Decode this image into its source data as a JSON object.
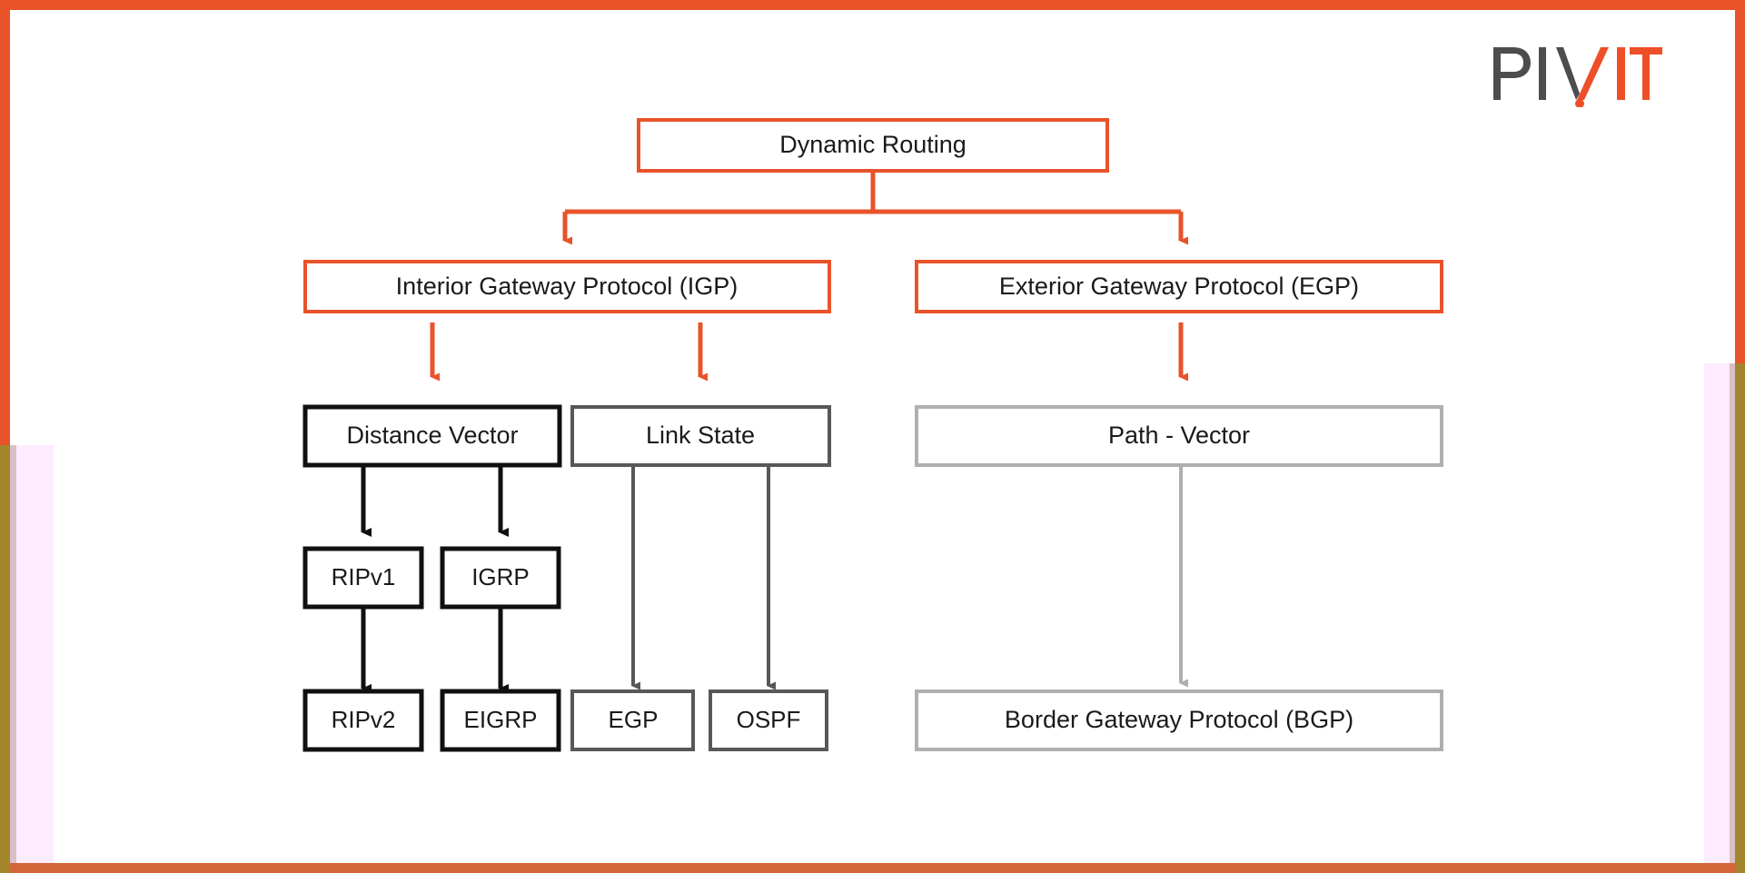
{
  "page": {
    "title": "Dynamic Routing Protocols",
    "background": "#FFFFFF",
    "frame_color": "#E8532A",
    "frame_accent_color": "#A3862C"
  },
  "brand": {
    "name": "PIVIT",
    "logo_part_dark": "PIV",
    "logo_part_accent": "IT",
    "dark_color": "#4D4D4F",
    "accent_color": "#EE4F28"
  },
  "colors": {
    "orange": "#E8532A",
    "black": "#101010",
    "gray": "#58585A",
    "light_gray": "#AFAFAF",
    "text": "#1A1A1A"
  },
  "chart_data": {
    "type": "diagram",
    "diagram_kind": "hierarchy-tree",
    "title": "Dynamic Routing",
    "levels": [
      [
        "Dynamic Routing"
      ],
      [
        "Interior Gateway Protocol (IGP)",
        "Exterior Gateway Protocol (EGP)"
      ],
      [
        "Distance Vector",
        "Link State",
        "Path - Vector"
      ],
      [
        "RIPv1",
        "IGRP"
      ],
      [
        "RIPv2",
        "EIGRP",
        "EGP",
        "OSPF",
        "Border Gateway Protocol (BGP)"
      ]
    ],
    "edges": [
      {
        "from": "Dynamic Routing",
        "to": "Interior Gateway Protocol (IGP)",
        "color": "#E8532A"
      },
      {
        "from": "Dynamic Routing",
        "to": "Exterior Gateway Protocol (EGP)",
        "color": "#E8532A"
      },
      {
        "from": "Interior Gateway Protocol (IGP)",
        "to": "Distance Vector",
        "color": "#E8532A"
      },
      {
        "from": "Interior Gateway Protocol (IGP)",
        "to": "Link State",
        "color": "#E8532A"
      },
      {
        "from": "Exterior Gateway Protocol (EGP)",
        "to": "Path - Vector",
        "color": "#E8532A"
      },
      {
        "from": "Distance Vector",
        "to": "RIPv1",
        "color": "#101010"
      },
      {
        "from": "Distance Vector",
        "to": "IGRP",
        "color": "#101010"
      },
      {
        "from": "RIPv1",
        "to": "RIPv2",
        "color": "#101010"
      },
      {
        "from": "IGRP",
        "to": "EIGRP",
        "color": "#101010"
      },
      {
        "from": "Link State",
        "to": "EGP",
        "color": "#58585A"
      },
      {
        "from": "Link State",
        "to": "OSPF",
        "color": "#58585A"
      },
      {
        "from": "Path - Vector",
        "to": "Border Gateway Protocol (BGP)",
        "color": "#AFAFAF"
      }
    ]
  },
  "nodes": {
    "dynamic_routing": {
      "label": "Dynamic Routing",
      "style": "orange"
    },
    "igp": {
      "label": "Interior Gateway Protocol (IGP)",
      "style": "orange"
    },
    "egp_parent": {
      "label": "Exterior Gateway Protocol (EGP)",
      "style": "orange"
    },
    "distance_vector": {
      "label": "Distance Vector",
      "style": "black"
    },
    "link_state": {
      "label": "Link State",
      "style": "gray"
    },
    "path_vector": {
      "label": "Path - Vector",
      "style": "light-gray"
    },
    "ripv1": {
      "label": "RIPv1",
      "style": "black"
    },
    "igrp": {
      "label": "IGRP",
      "style": "black"
    },
    "ripv2": {
      "label": "RIPv2",
      "style": "black"
    },
    "eigrp": {
      "label": "EIGRP",
      "style": "black"
    },
    "egp_leaf": {
      "label": "EGP",
      "style": "gray"
    },
    "ospf": {
      "label": "OSPF",
      "style": "gray"
    },
    "bgp": {
      "label": "Border Gateway Protocol (BGP)",
      "style": "light-gray"
    }
  }
}
